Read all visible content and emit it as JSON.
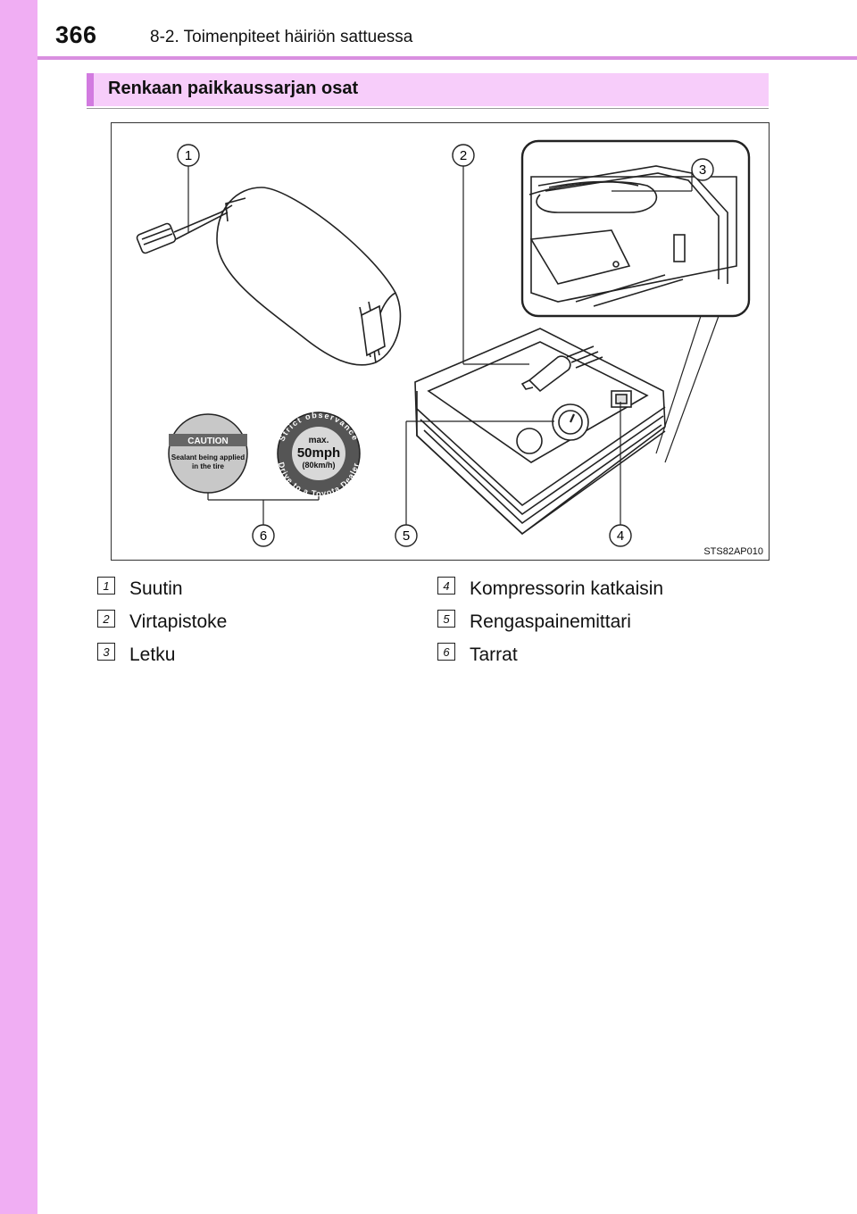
{
  "header": {
    "page_number": "366",
    "chapter": "8-2. Toimenpiteet häiriön sattuessa"
  },
  "section": {
    "title": "Renkaan paikkaussarjan osat"
  },
  "figure": {
    "code": "STS82AP010",
    "callouts": [
      "1",
      "2",
      "3",
      "4",
      "5",
      "6"
    ],
    "caution_sticker": {
      "heading": "CAUTION",
      "line1": "Sealant being applied",
      "line2": "in the tire"
    },
    "speed_sticker": {
      "top_arc": "Strict observance",
      "bottom_arc": "Drive to a Toyota Dealer",
      "max": "max.",
      "speed": "50mph",
      "metric": "(80km/h)"
    }
  },
  "legend": {
    "left": [
      {
        "num": "1",
        "label": "Suutin"
      },
      {
        "num": "2",
        "label": "Virtapistoke"
      },
      {
        "num": "3",
        "label": "Letku"
      }
    ],
    "right": [
      {
        "num": "4",
        "label": "Kompressorin katkaisin"
      },
      {
        "num": "5",
        "label": "Rengaspainemittari"
      },
      {
        "num": "6",
        "label": "Tarrat"
      }
    ]
  }
}
